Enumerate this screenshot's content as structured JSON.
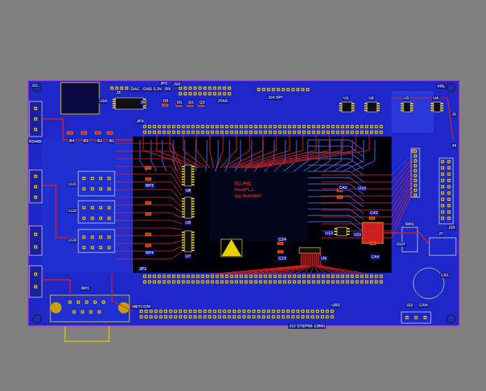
{
  "diagram": {
    "labels": [
      "J11",
      "U10",
      "J3",
      "DAC",
      "GND",
      "3.3V",
      "RX",
      "J9",
      "JP2",
      "J10",
      "JTAG",
      "J14 SPI",
      "U1",
      "U2",
      "U3",
      "U4",
      "VRL",
      "J1",
      "JP3",
      "RS485",
      "B4",
      "B3",
      "B2",
      "B1",
      "LU1",
      "LU2",
      "LU3",
      "U8",
      "U5",
      "U7",
      "RP3",
      "RP4",
      "J4",
      "J15",
      "C42",
      "U10",
      "C43",
      "U11",
      "C44",
      "C24",
      "C23",
      "U13",
      "U9",
      "SW1",
      "OUT",
      "J7",
      "LS1",
      "J12",
      "CAN",
      "JP1",
      "RP1",
      "NETCOM",
      "J13 STEP56-13861",
      "UR2",
      "朝云科技",
      "FlexSPL 1",
      "QQ:30469604",
      "D1",
      "Q1",
      "Q2",
      "D5"
    ]
  }
}
